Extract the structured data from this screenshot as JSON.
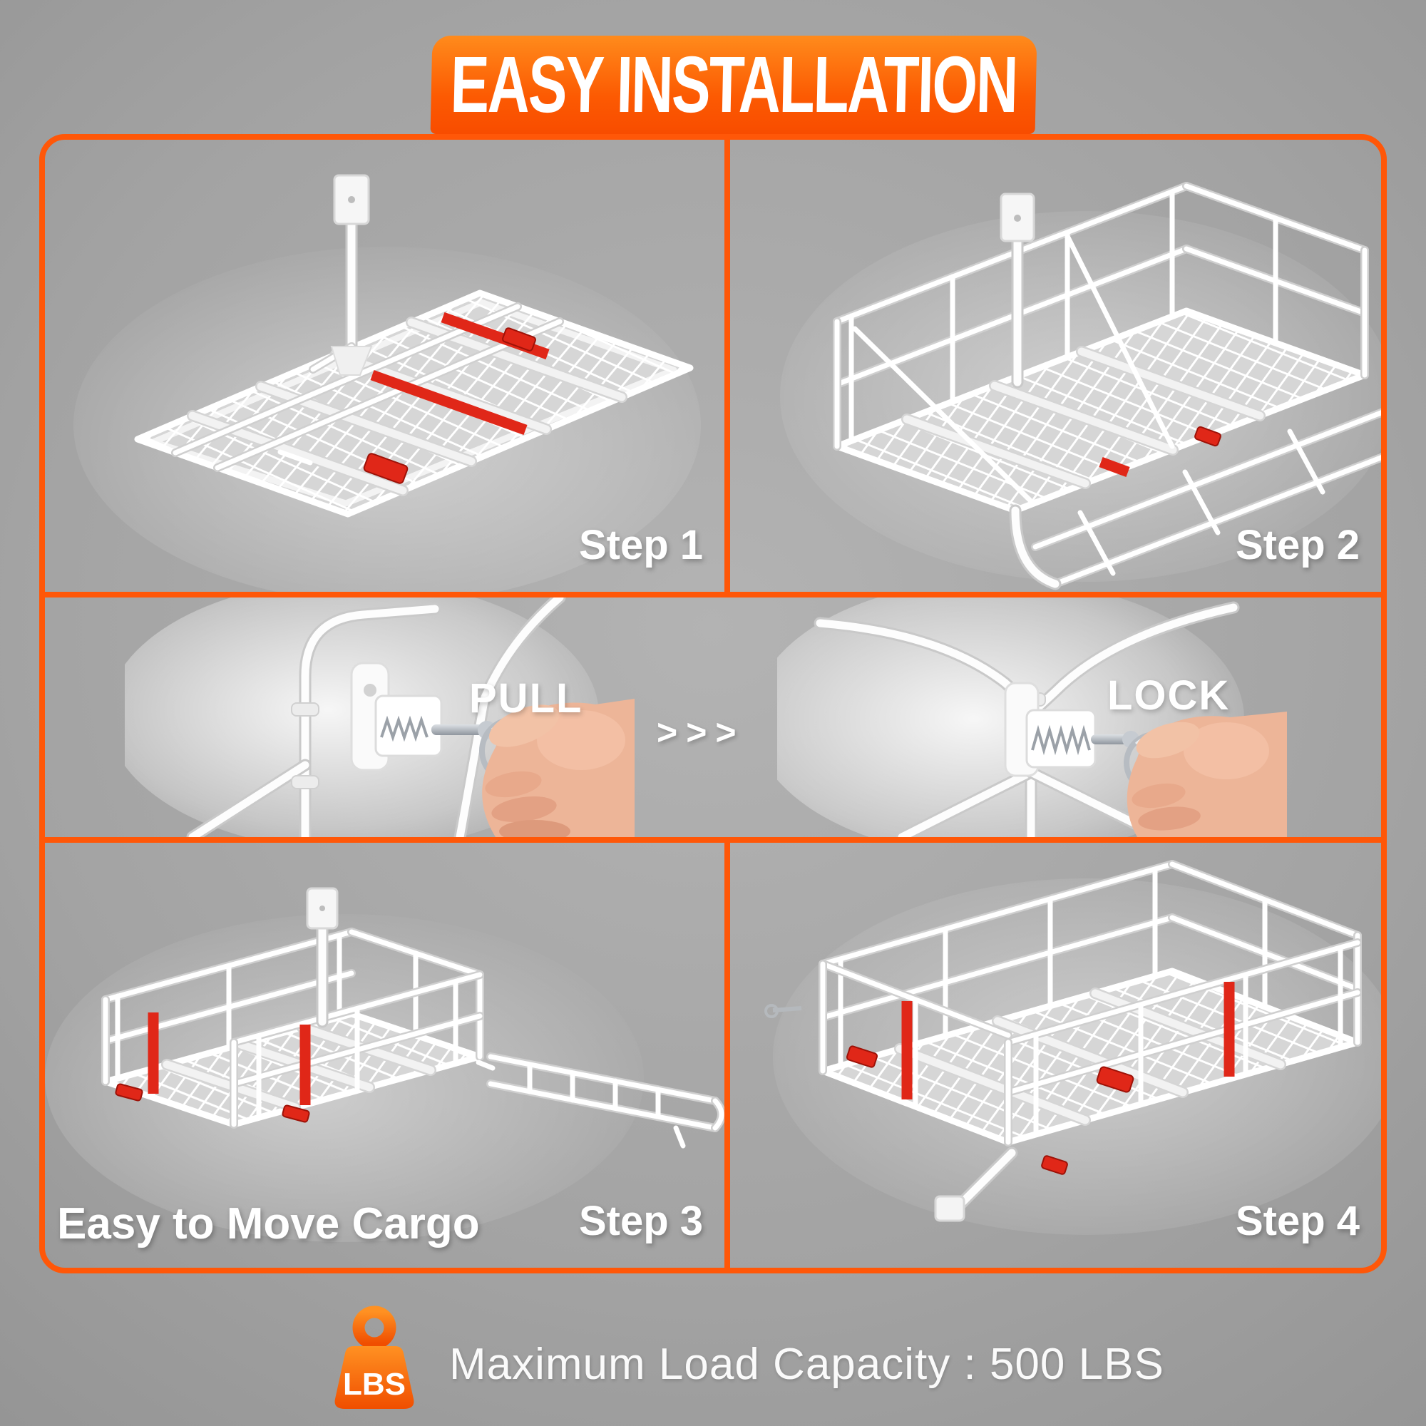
{
  "banner": {
    "title": "EASY INSTALLATION"
  },
  "steps": [
    {
      "label": "Step 1",
      "description": "folded flat cargo carrier with hitch shank"
    },
    {
      "label": "Step 2",
      "description": "carrier with rear rails raised"
    },
    {
      "label": "Step 3",
      "caption": "Easy to Move Cargo",
      "description": "basket with one side rail folded out"
    },
    {
      "label": "Step 4",
      "description": "fully assembled cargo basket"
    }
  ],
  "middle": {
    "pull_label": "PULL",
    "arrows": ">>>",
    "lock_label": "LOCK"
  },
  "footer": {
    "icon_label": "LBS",
    "text": "Maximum Load Capacity : 500 LBS"
  },
  "colors": {
    "accent_orange": "#ff5708",
    "banner_gradient_top": "#ff8b1c",
    "banner_gradient_bottom": "#f84c00",
    "reflector_red": "#e02718",
    "text_white": "#ffffff",
    "background_gray": "#a3a3a3"
  }
}
